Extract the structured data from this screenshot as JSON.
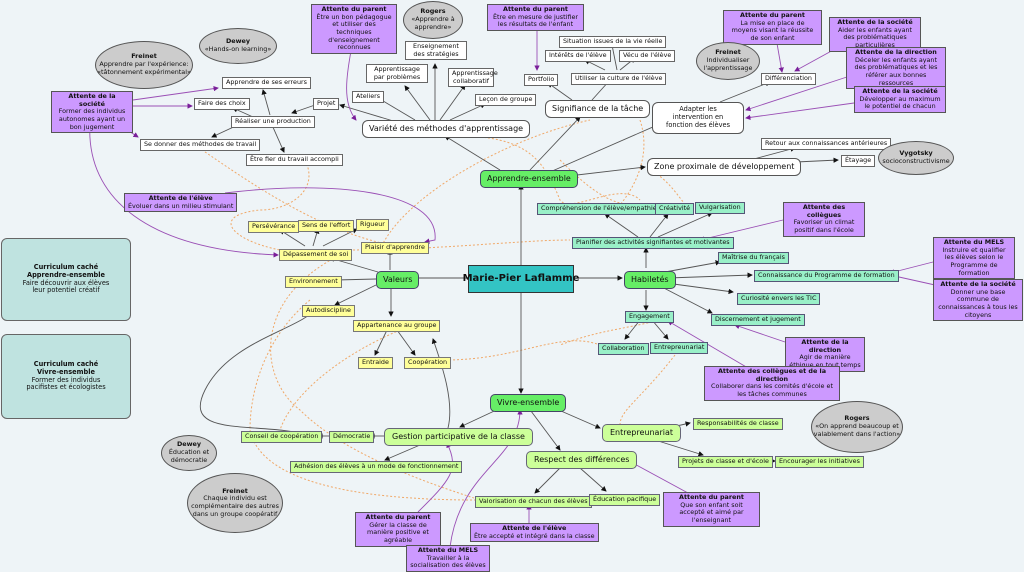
{
  "center": "Marie-Pier Laflamme",
  "branches": {
    "apprendre": "Apprendre-ensemble",
    "vivre": "Vivre-ensemble",
    "valeurs": "Valeurs",
    "habiletes": "Habiletés"
  },
  "apprendre": {
    "variete": "Variété des méthodes d'apprentissage",
    "signifiance": "Signifiance de la tâche",
    "adapter": "Adapter les intervention en fonction des élèves",
    "zone": "Zone proximale de développement",
    "methodes": [
      "Enseignement des stratégies",
      "Apprentissage par problèmes",
      "Apprentissage collaboratif",
      "Ateliers",
      "Leçon de groupe",
      "Projet"
    ],
    "projet_children": [
      "Réaliser une production",
      "Apprendre de ses erreurs",
      "Faire des choix",
      "Se donner des méthodes de travail",
      "Être fier du travail accompli"
    ],
    "signifiance_children": [
      "Portfolio",
      "Utiliser la culture de l'élève",
      "Intérêts de l'élève",
      "Vécu de l'élève",
      "Situation issues de la vie réelle"
    ],
    "differenciation": "Différenciation",
    "zone_children": [
      "Retour aux connaissances antérieures",
      "Étayage"
    ]
  },
  "habiletes": {
    "planifier": "Planifier des activités signifiantes et motivantes",
    "planifier_children": [
      "Compréhension de l'élève/empathie",
      "Créativité",
      "Vulgarisation"
    ],
    "items": [
      "Maîtrise du français",
      "Connaissance du Programme de formation",
      "Curiosité envers les TIC",
      "Discernement et jugement",
      "Engagement"
    ],
    "engagement_children": [
      "Collaboration",
      "Entrepreunariat"
    ]
  },
  "valeurs": {
    "items": [
      "Plaisir d'apprendre",
      "Dépassement de soi",
      "Environnement",
      "Autodiscipline",
      "Appartenance au groupe"
    ],
    "depassement_children": [
      "Persévérance",
      "Sens de l'effort",
      "Rigueur"
    ],
    "appartenance_children": [
      "Entraide",
      "Coopération"
    ]
  },
  "vivre": {
    "gestion": "Gestion participative de la classe",
    "gestion_children": [
      "Démocratie",
      "Conseil de coopération",
      "Adhésion des élèves à un mode de fonctionnement"
    ],
    "respect": "Respect des différences",
    "respect_children": [
      "Valorisation de chacun des élèves",
      "Éducation pacifique"
    ],
    "entrepreunariat": "Entrepreunariat",
    "entre_children": [
      "Responsabilités de classe",
      "Projets de classe et d'école",
      "Encourager les initiatives"
    ]
  },
  "attentes": [
    {
      "title": "Attente du parent",
      "text": "Être un bon pédagogue et utiliser des techniques d'enseignement reconnues"
    },
    {
      "title": "Attente du parent",
      "text": "Être en mesure de justifier les résultats de l'enfant"
    },
    {
      "title": "Attente du parent",
      "text": "La mise en place de moyens visant la réussite de son enfant"
    },
    {
      "title": "Attente de la société",
      "text": "Aider les enfants ayant des problématiques particulières"
    },
    {
      "title": "Attente de la direction",
      "text": "Déceler les enfants ayant des problématiques et les référer aux bonnes ressources"
    },
    {
      "title": "Attente de la société",
      "text": "Développer au maximum le potentiel de chacun"
    },
    {
      "title": "Attente de la société",
      "text": "Former des individus autonomes ayant un bon jugement"
    },
    {
      "title": "Attente de l'élève",
      "text": "Évoluer dans un milieu stimulant"
    },
    {
      "title": "Attente des collègues",
      "text": "Favoriser un climat positif dans l'école"
    },
    {
      "title": "Attente du MELS",
      "text": "Instruire et qualifier les élèves selon le Programme de formation"
    },
    {
      "title": "Attente de la société",
      "text": "Donner une base commune de connaissances à tous les citoyens"
    },
    {
      "title": "Attente de la direction",
      "text": "Agir de manière éthique en tout temps"
    },
    {
      "title": "Attente des collègues et de la direction",
      "text": "Collaborer dans les comités d'école et les tâches communes"
    },
    {
      "title": "Attente du parent",
      "text": "Que son enfant soit accepté et aimé par l'enseignant"
    },
    {
      "title": "Attente du parent",
      "text": "Gérer la classe de manière positive et agréable"
    },
    {
      "title": "Attente de l'élève",
      "text": "Être accepté et intégré dans la classe"
    },
    {
      "title": "Attente du MELS",
      "text": "Travailler à la socialisation des élèves"
    }
  ],
  "theorists": [
    {
      "name": "Freinet",
      "text": "Apprendre par l'expérience: «tâtonnement expérimental»"
    },
    {
      "name": "Dewey",
      "text": "«Hands-on learning»"
    },
    {
      "name": "Rogers",
      "text": "«Apprendre à apprendre»"
    },
    {
      "name": "Freinet",
      "text": "Individualiser l'apprentissage"
    },
    {
      "name": "Vygotsky",
      "text": "socioconstructivisme"
    },
    {
      "name": "Rogers",
      "text": "«On apprend beaucoup et valablement dans l'action»"
    },
    {
      "name": "Dewey",
      "text": "Éducation et démocratie"
    },
    {
      "name": "Freinet",
      "text": "Chaque individu est complémentaire des autres dans un groupe coopératif"
    }
  ],
  "curriculum": [
    {
      "title": "Curriculum caché",
      "subtitle": "Apprendre-ensemble",
      "text": "Faire découvrir aux élèves leur potentiel créatif"
    },
    {
      "title": "Curriculum caché",
      "subtitle": "Vivre-ensemble",
      "text": "Former des individus pacifistes et écologistes"
    }
  ],
  "colors": {
    "background": "#eef4f7",
    "center": "#33c4c4",
    "branch": "#66ee66",
    "attente": "#cc99ff",
    "theorist": "#cccccc",
    "valeurs_leaf": "#ffff99",
    "habiletes_leaf": "#99f0c8",
    "vivre_leaf": "#ccff99",
    "curriculum": "#bfe3e0",
    "link": "#555555",
    "attente_link": "#9a4fb5",
    "dashed_link": "#f0a868"
  }
}
